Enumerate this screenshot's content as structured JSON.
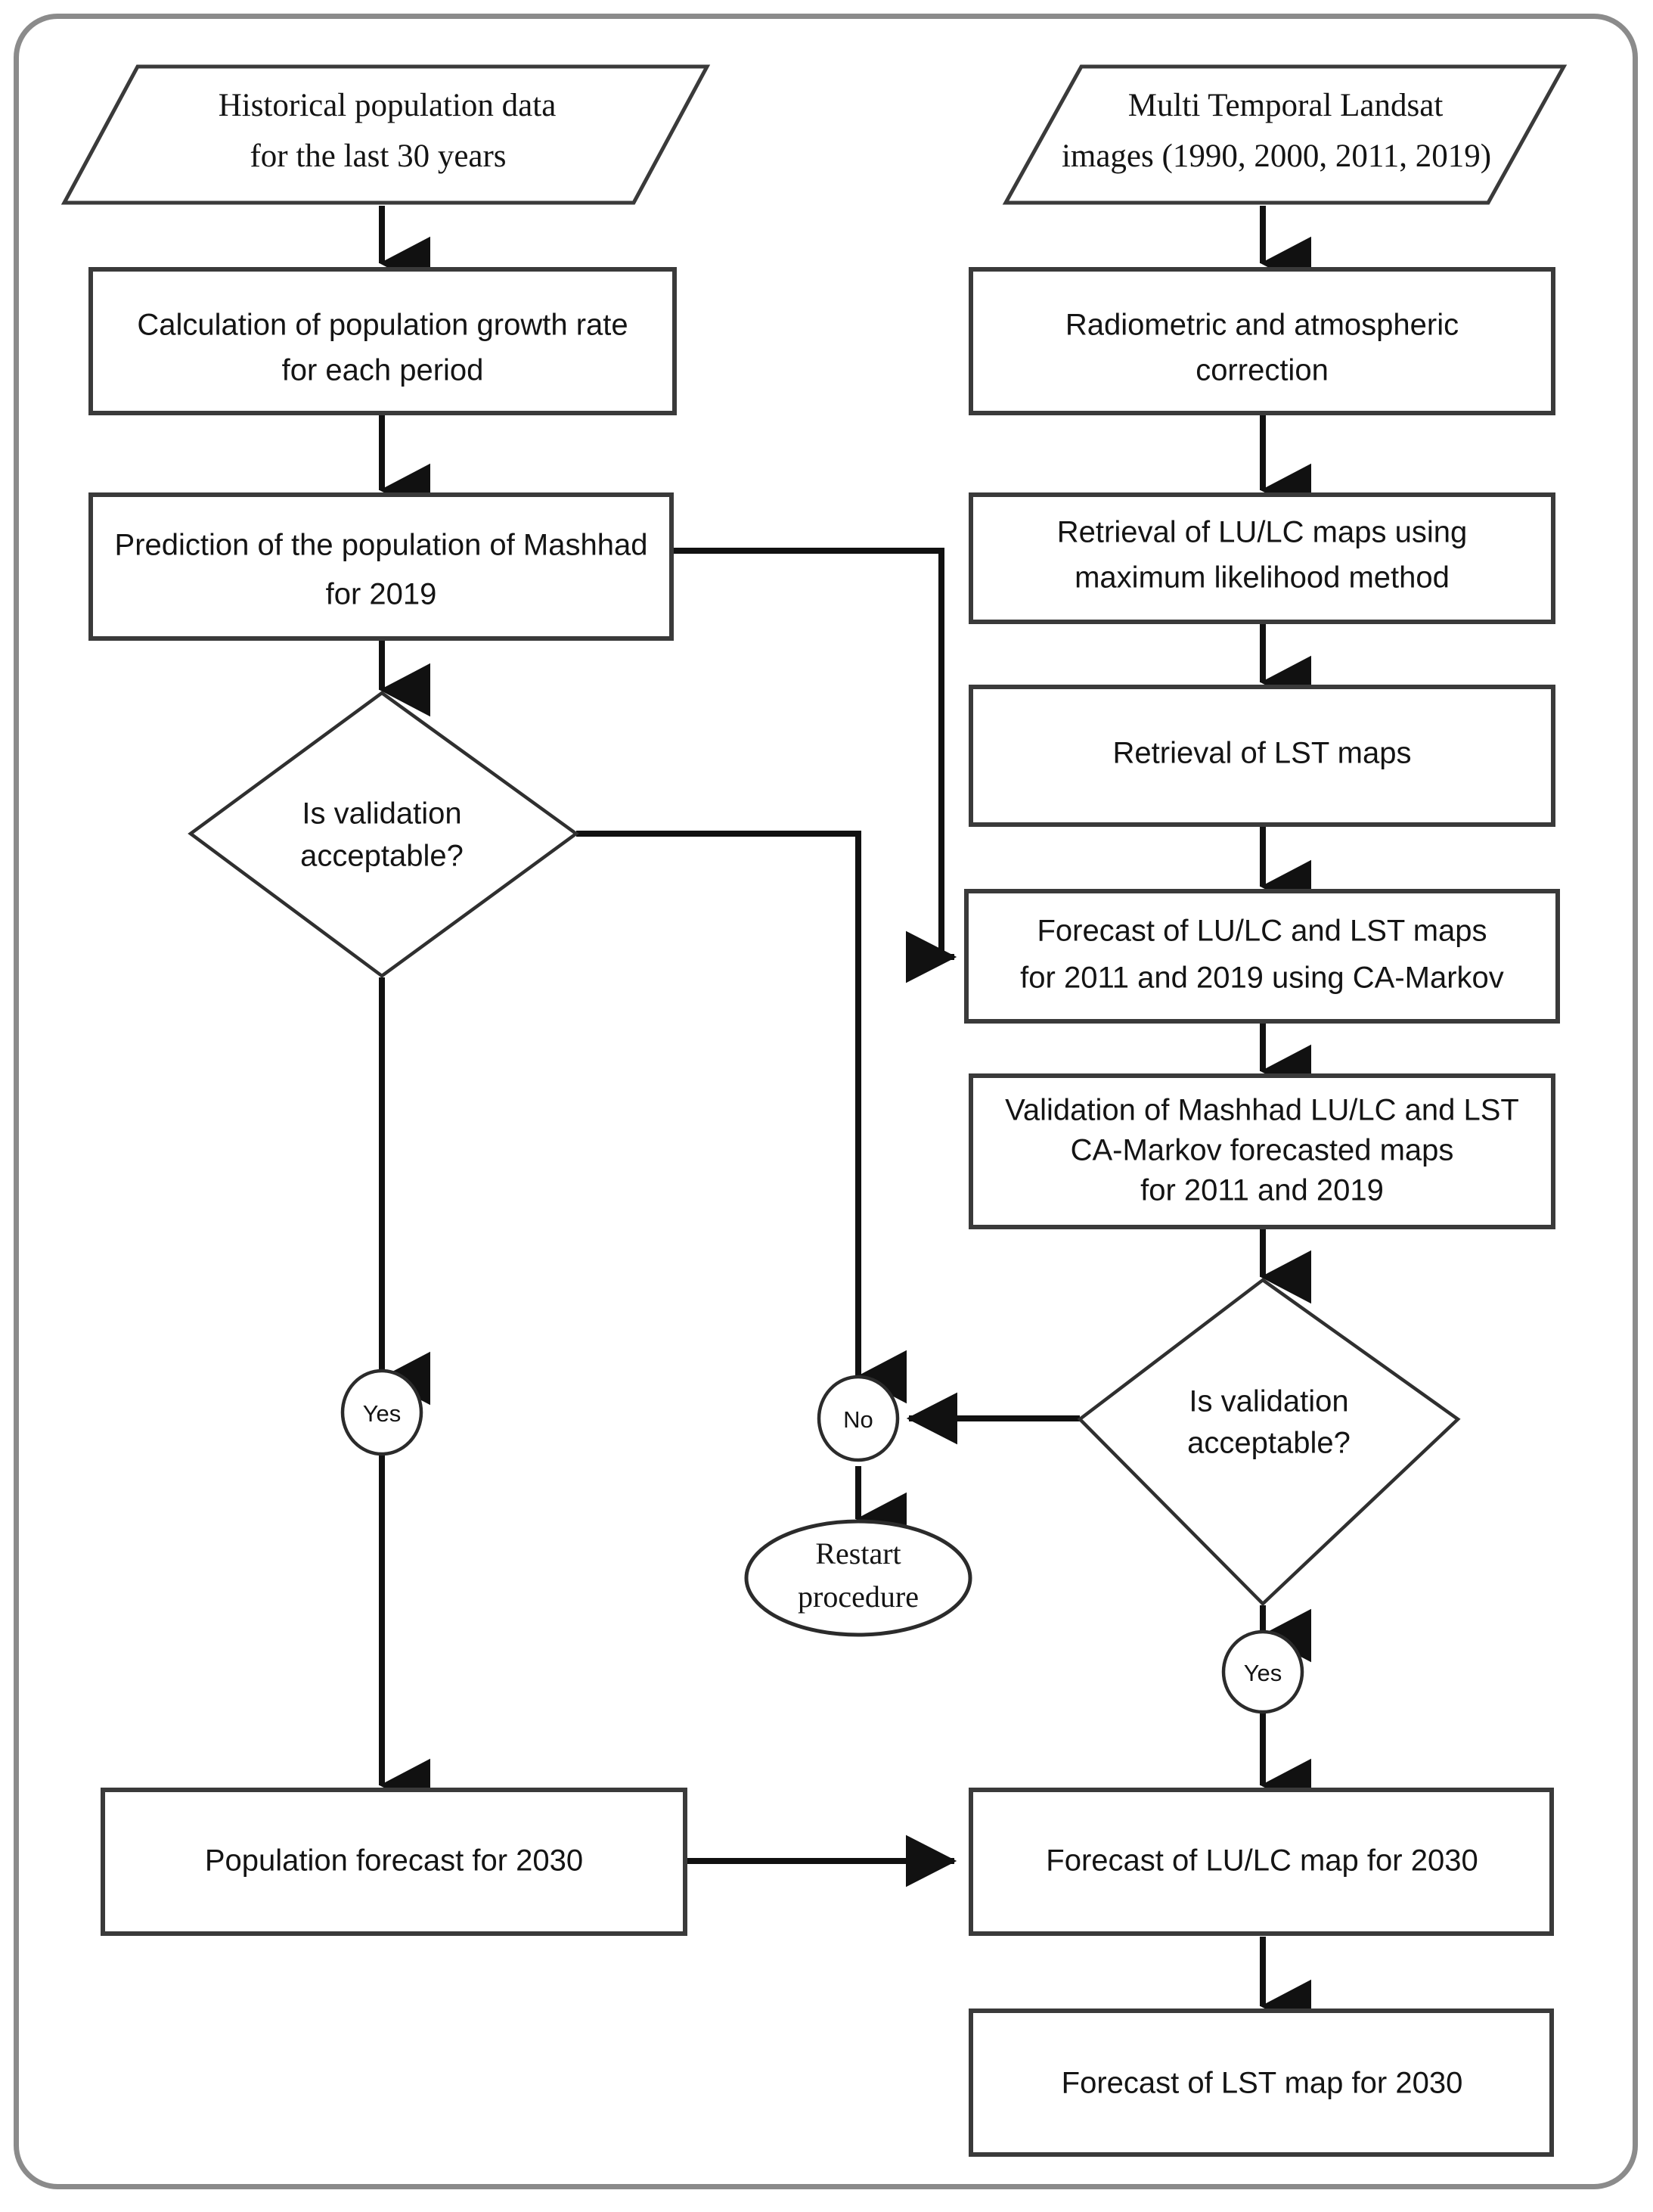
{
  "diagram": {
    "title": "Research methodology flowchart for Mashhad LU/LC and LST forecasting",
    "frame_border_color": "#8b8b8b",
    "shape_stroke_color": "#2b2b2b",
    "connector_color": "#111111",
    "background_color": "#ffffff"
  },
  "left_branch": {
    "input": {
      "line1": "Historical  population data",
      "line2": "for the last 30 years",
      "shape": "parallelogram"
    },
    "step_growth_rate": {
      "line1": "Calculation of population growth rate",
      "line2": "for each period",
      "shape": "rectangle"
    },
    "step_prediction": {
      "line1": "Prediction of the population of Mashhad",
      "line2": "for 2019",
      "shape": "rectangle"
    },
    "decision_validation": {
      "line1": "Is validation",
      "line2": "acceptable?",
      "shape": "diamond"
    },
    "yes_connector": {
      "label": "Yes",
      "shape": "circle"
    },
    "output_population": {
      "line1": "Population forecast for 2030",
      "shape": "rectangle"
    }
  },
  "shared": {
    "no_connector": {
      "label": "No",
      "shape": "circle"
    },
    "restart": {
      "line1": "Restart",
      "line2": "procedure",
      "shape": "ellipse"
    }
  },
  "right_branch": {
    "input": {
      "line1": "Multi Temporal Landsat",
      "line2": "images (1990, 2000, 2011, 2019)",
      "shape": "parallelogram"
    },
    "step_correction": {
      "line1": "Radiometric and atmospheric",
      "line2": "correction",
      "shape": "rectangle"
    },
    "step_lulc_retrieval": {
      "line1": "Retrieval of LU/LC maps using",
      "line2": "maximum likelihood method",
      "shape": "rectangle"
    },
    "step_lst_retrieval": {
      "line1": "Retrieval of LST maps",
      "shape": "rectangle"
    },
    "step_forecast_camarkov": {
      "line1": "Forecast of LU/LC  and  LST maps",
      "line2": "for 2011 and 2019  using  CA-Markov",
      "shape": "rectangle"
    },
    "step_validation": {
      "line1": "Validation of Mashhad LU/LC and LST",
      "line2": "CA-Markov forecasted maps",
      "line3": "for 2011 and 2019",
      "shape": "rectangle"
    },
    "decision_validation": {
      "line1": "Is validation",
      "line2": "acceptable?",
      "shape": "diamond"
    },
    "yes_connector": {
      "label": "Yes",
      "shape": "circle"
    },
    "output_lulc": {
      "line1": "Forecast of LU/LC map for 2030",
      "shape": "rectangle"
    },
    "output_lst": {
      "line1": "Forecast of LST map for 2030",
      "shape": "rectangle"
    }
  }
}
